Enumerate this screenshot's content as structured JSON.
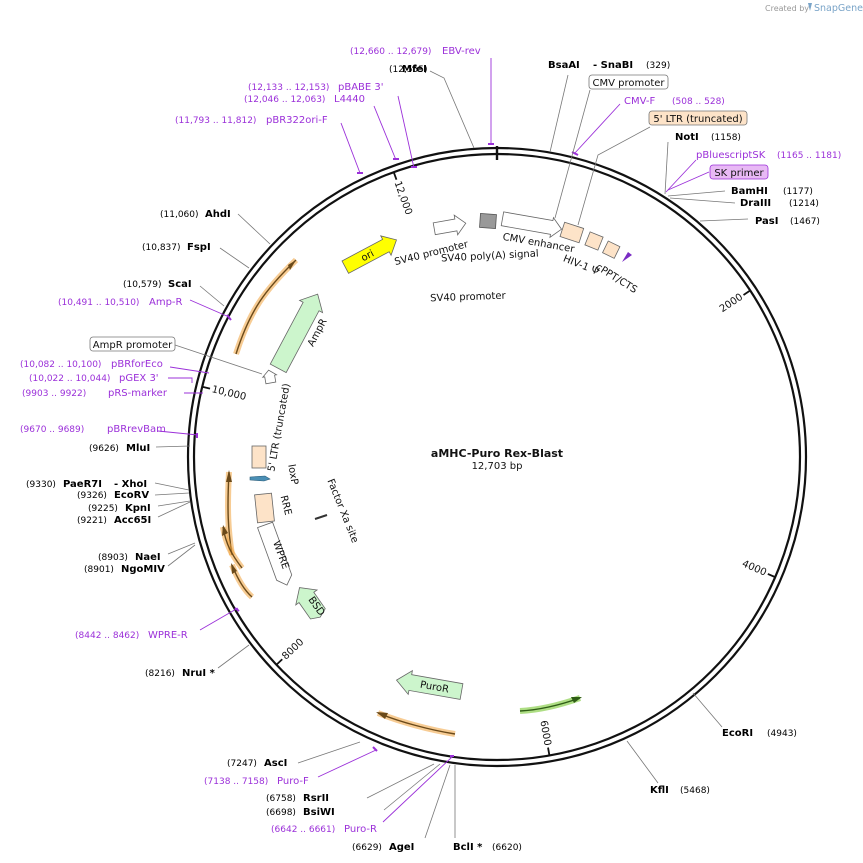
{
  "watermark": {
    "prefix": "Created by",
    "brand": "SnapGene"
  },
  "plasmid": {
    "name": "aMHC-Puro Rex-Blast",
    "length": "12,703 bp"
  },
  "ticks": [
    {
      "label": "2000",
      "bp": 2000
    },
    {
      "label": "4000",
      "bp": 4000
    },
    {
      "label": "6000",
      "bp": 6000
    },
    {
      "label": "8000",
      "bp": 8000
    },
    {
      "label": "10,000",
      "bp": 10000
    },
    {
      "label": "12,000",
      "bp": 12000
    }
  ],
  "sites": [
    {
      "name": "MfeI",
      "pos": "(12,555)",
      "bp": 12555
    },
    {
      "name": "BsaAI",
      "name2": "- SnaBI",
      "pos": "(329)",
      "bp": 329
    },
    {
      "name": "NotI",
      "pos": "(1158)",
      "bp": 1158
    },
    {
      "name": "BamHI",
      "pos": "(1177)",
      "bp": 1177
    },
    {
      "name": "DraIII",
      "pos": "(1214)",
      "bp": 1214
    },
    {
      "name": "PasI",
      "pos": "(1467)",
      "bp": 1467
    },
    {
      "name": "EcoRI",
      "pos": "(4943)",
      "bp": 4943
    },
    {
      "name": "KflI",
      "pos": "(5468)",
      "bp": 5468
    },
    {
      "name": "BclI *",
      "pos": "(6620)",
      "bp": 6620
    },
    {
      "name": "AgeI",
      "pos": "(6629)",
      "bp": 6629
    },
    {
      "name": "BsiWI",
      "pos": "(6698)",
      "bp": 6698
    },
    {
      "name": "RsrII",
      "pos": "(6758)",
      "bp": 6758
    },
    {
      "name": "AscI",
      "pos": "(7247)",
      "bp": 7247
    },
    {
      "name": "NruI *",
      "pos": "(8216)",
      "bp": 8216
    },
    {
      "name": "NgoMIV",
      "pos": "(8901)",
      "bp": 8901
    },
    {
      "name": "NaeI",
      "pos": "(8903)",
      "bp": 8903
    },
    {
      "name": "Acc65I",
      "pos": "(9221)",
      "bp": 9221
    },
    {
      "name": "KpnI",
      "pos": "(9225)",
      "bp": 9225
    },
    {
      "name": "EcoRV",
      "pos": "(9326)",
      "bp": 9326
    },
    {
      "name": "PaeR7I",
      "name2": "- XhoI",
      "pos": "(9330)",
      "bp": 9330
    },
    {
      "name": "MluI",
      "pos": "(9626)",
      "bp": 9626
    },
    {
      "name": "ScaI",
      "pos": "(10,579)",
      "bp": 10579
    },
    {
      "name": "FspI",
      "pos": "(10,837)",
      "bp": 10837
    },
    {
      "name": "AhdI",
      "pos": "(11,060)",
      "bp": 11060
    }
  ],
  "primers": [
    {
      "name": "EBV-rev",
      "pos": "(12,660 .. 12,679)",
      "bp": 12670
    },
    {
      "name": "pBABE 3'",
      "pos": "(12,133 .. 12,153)",
      "bp": 12143
    },
    {
      "name": "L4440",
      "pos": "(12,046 .. 12,063)",
      "bp": 12055
    },
    {
      "name": "pBR322ori-F",
      "pos": "(11,793 .. 11,812)",
      "bp": 11802
    },
    {
      "name": "CMV-F",
      "pos": "",
      "bp": 180
    },
    {
      "name": "",
      "pos": "(508 .. 528)",
      "bp": 518
    },
    {
      "name": "pBluescriptSK",
      "pos": "(1165 .. 1181)",
      "bp": 1173
    },
    {
      "name": "Amp-R",
      "pos": "(10,491 .. 10,510)",
      "bp": 10500
    },
    {
      "name": "pBRforEco",
      "pos": "(10,082 .. 10,100)",
      "bp": 10091
    },
    {
      "name": "pGEX 3'",
      "pos": "(10,022 .. 10,044)",
      "bp": 10033
    },
    {
      "name": "pRS-marker",
      "pos": "(9903 .. 9922)",
      "bp": 9912
    },
    {
      "name": "pBRrevBam",
      "pos": "(9670 .. 9689)",
      "bp": 9680
    },
    {
      "name": "WPRE-R",
      "pos": "(8442 .. 8462)",
      "bp": 8452
    },
    {
      "name": "Puro-F",
      "pos": "(7138 .. 7158)",
      "bp": 7148
    },
    {
      "name": "Puro-R",
      "pos": "(6642 .. 6661)",
      "bp": 6651
    }
  ],
  "boxed_labels": [
    {
      "name": "CMV promoter",
      "color": "#ffffff"
    },
    {
      "name": "5' LTR (truncated)",
      "color": "#fde3c8"
    },
    {
      "name": "SK primer",
      "color": "#e8b9f5"
    },
    {
      "name": "AmpR promoter",
      "color": "#ffffff"
    }
  ],
  "features": [
    {
      "name": "ori",
      "color": "#ffff00"
    },
    {
      "name": "AmpR",
      "color": "#ccf5cc"
    },
    {
      "name": "SV40 promoter",
      "color": "#ffffff"
    },
    {
      "name": "SV40 poly(A) signal",
      "color": "#999999"
    },
    {
      "name": "CMV enhancer",
      "color": "#ffffff"
    },
    {
      "name": "SV40 promoter",
      "color": "#ffffff"
    },
    {
      "name": "HIV-1 Ψ",
      "color": "#fde3c8"
    },
    {
      "name": "cPPT/CTS",
      "color": "#fde3c8"
    },
    {
      "name": "5' LTR (truncated)",
      "color": "#fde3c8"
    },
    {
      "name": "loxP",
      "color": "#4a8fb5"
    },
    {
      "name": "RRE",
      "color": "#fde3c8"
    },
    {
      "name": "WPRE",
      "color": "#ffffff"
    },
    {
      "name": "BSD",
      "color": "#ccf5cc"
    },
    {
      "name": "Factor Xa site",
      "color": "#333333"
    },
    {
      "name": "PuroR",
      "color": "#ccf5cc"
    }
  ],
  "colors": {
    "backbone": "#111111",
    "primer": "#9b30d9",
    "orf": "#f0a23c",
    "orf_green": "#8cd050"
  }
}
